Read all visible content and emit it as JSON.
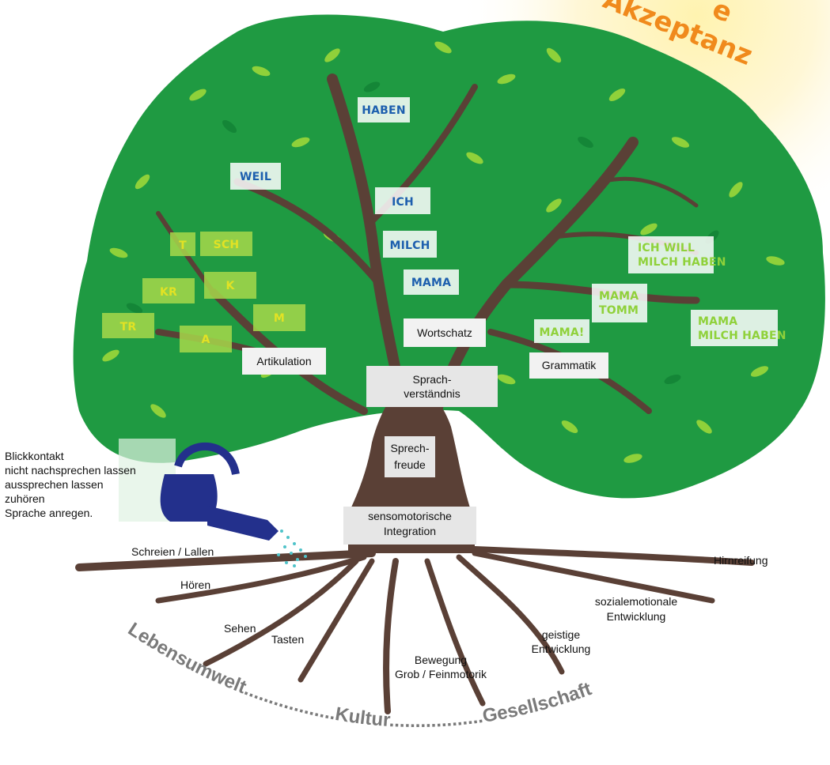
{
  "banner_text": "Akzeptanz",
  "banner_fragment": "e",
  "words": {
    "haben": "HABEN",
    "weil": "WEIL",
    "ich": "ICH",
    "milch": "MILCH",
    "mama": "MAMA",
    "t": "T",
    "sch": "SCH",
    "kr": "KR",
    "k": "K",
    "tr": "TR",
    "a": "A",
    "m": "M",
    "ich_will_1": "ICH WILL",
    "ich_will_2": "MILCH HABEN",
    "mama_tomm_1": "MAMA",
    "mama_tomm_2": "TOMM",
    "mama_excl": "MAMA!",
    "mama_milch_1": "MAMA",
    "mama_milch_2": "MILCH HABEN"
  },
  "branches": {
    "wortschatz": "Wortschatz",
    "artikulation": "Artikulation",
    "grammatik": "Grammatik",
    "sprachverstaendnis_1": "Sprach-",
    "sprachverstaendnis_2": "verständnis",
    "sprechfreude_1": "Sprech-",
    "sprechfreude_2": "freude",
    "sensomotorik_1": "sensomotorische",
    "sensomotorik_2": "Integration"
  },
  "watering": {
    "lines": [
      "Blickkontakt",
      "nicht nachsprechen lassen",
      "aussprechen lassen",
      "zuhören",
      "Sprache anregen."
    ]
  },
  "roots": {
    "schreien": "Schreien / Lallen",
    "hoeren": "Hören",
    "sehen": "Sehen",
    "tasten": "Tasten",
    "bewegung_1": "Bewegung",
    "bewegung_2": "Grob / Feinmotorik",
    "geistige_1": "geistige",
    "geistige_2": "Entwicklung",
    "sozial_1": "sozialemotionale",
    "sozial_2": "Entwicklung",
    "hirnreifung": "Hirnreifung"
  },
  "ground_arc": "Lebensumwelt..................Kultur..................Gesellschaft",
  "colors": {
    "crown": "#1f9a42",
    "crown_dark": "#148637",
    "trunk": "#5a4036",
    "word_blue": "#1d5fae",
    "word_yellow": "#e2e224",
    "word_green": "#8fd13a",
    "banner": "#f08a1c",
    "can": "#23308c"
  }
}
